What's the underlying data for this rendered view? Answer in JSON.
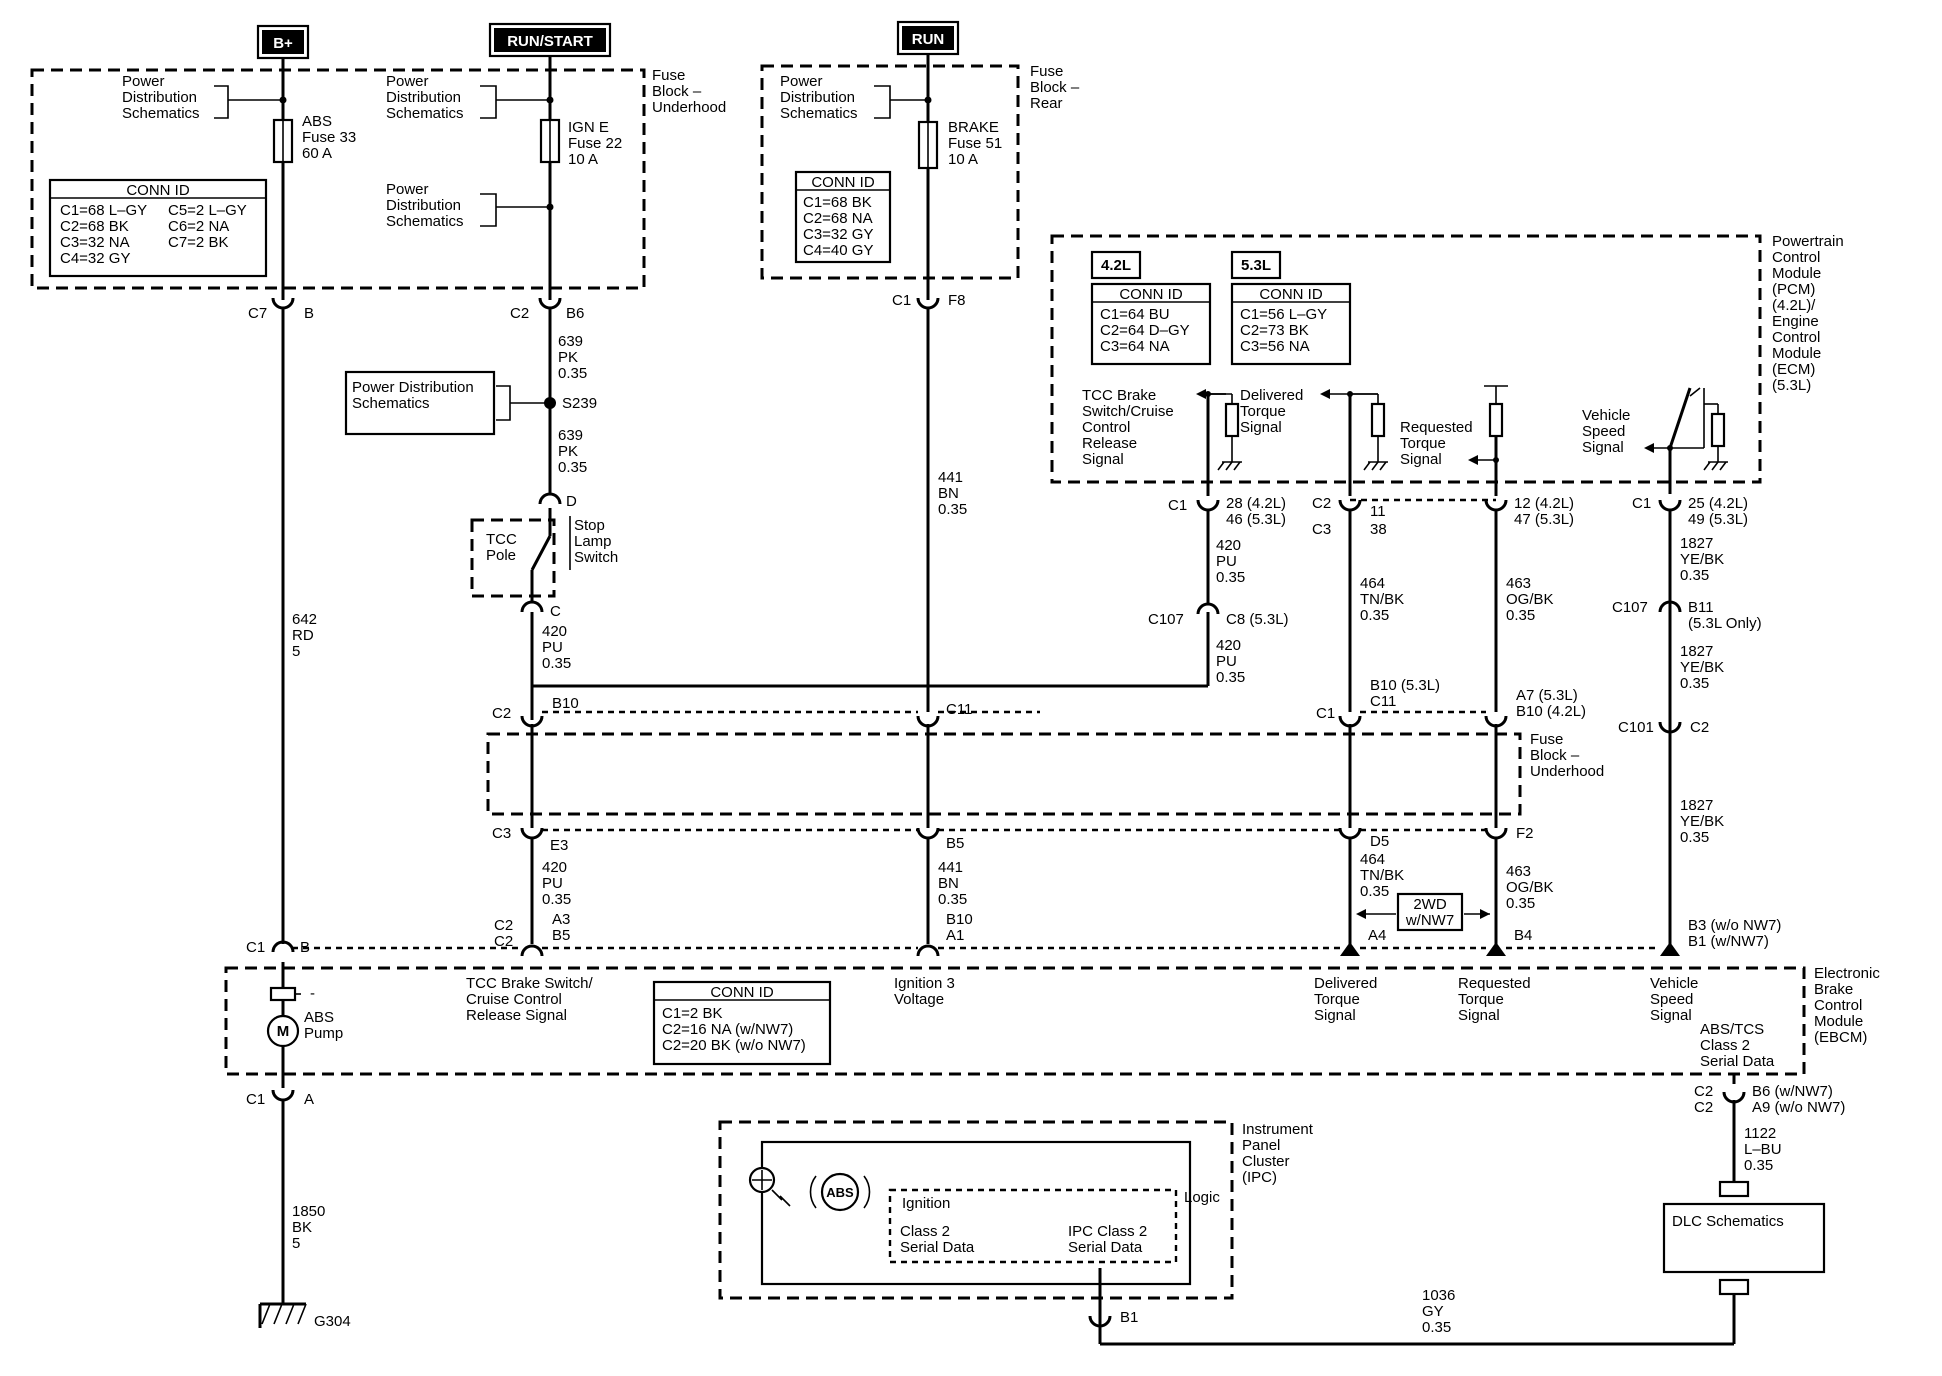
{
  "power_labels": {
    "bplus": "B+",
    "runstart": "RUN/START",
    "run": "RUN"
  },
  "fuse_block_underhood_top": [
    "Fuse",
    "Block –",
    "Underhood"
  ],
  "fuse_block_rear": [
    "Fuse",
    "Block –",
    "Rear"
  ],
  "fuse_block_underhood_mid": [
    "Fuse",
    "Block –",
    "Underhood"
  ],
  "pds_refs": {
    "a": [
      "Power",
      "Distribution",
      "Schematics"
    ],
    "b": [
      "Power",
      "Distribution",
      "Schematics"
    ],
    "c": [
      "Power",
      "Distribution",
      "Schematics"
    ],
    "d": [
      "Power",
      "Distribution",
      "Schematics"
    ],
    "e": [
      "Power Distribution",
      "Schematics"
    ]
  },
  "fuses": {
    "abs": [
      "ABS",
      "Fuse 33",
      "60 A"
    ],
    "igne": [
      "IGN E",
      "Fuse 22",
      "10 A"
    ],
    "brake": [
      "BRAKE",
      "Fuse 51",
      "10 A"
    ]
  },
  "conn_tables": {
    "underhood": {
      "title": "CONN ID",
      "rows": [
        "C1=68 L–GY",
        "C2=68 BK",
        "C3=32 NA",
        "C4=32 GY"
      ],
      "rows2": [
        "C5=2 L–GY",
        "C6=2 NA",
        "C7=2 BK"
      ]
    },
    "rear": {
      "title": "CONN ID",
      "rows": [
        "C1=68 BK",
        "C2=68 NA",
        "C3=32 GY",
        "C4=40 GY"
      ]
    },
    "pcm42": {
      "tag": "4.2L",
      "title": "CONN ID",
      "rows": [
        "C1=64 BU",
        "C2=64 D–GY",
        "C3=64 NA"
      ]
    },
    "ecm53": {
      "tag": "5.3L",
      "title": "CONN ID",
      "rows": [
        "C1=56 L–GY",
        "C2=73 BK",
        "C3=56 NA"
      ]
    },
    "ebcm": {
      "title": "CONN ID",
      "rows": [
        "C1=2 BK",
        "C2=16 NA (w/NW7)",
        "C2=20 BK (w/o NW7)"
      ]
    }
  },
  "pcm_title": [
    "Powertrain",
    "Control",
    "Module",
    "(PCM)",
    "(4.2L)/",
    "Engine",
    "Control",
    "Module",
    "(ECM)",
    "(5.3L)"
  ],
  "pcm_signals": {
    "tcc": [
      "TCC Brake",
      "Switch/Cruise",
      "Control",
      "Release",
      "Signal"
    ],
    "delivered": [
      "Delivered",
      "Torque",
      "Signal"
    ],
    "requested": [
      "Requested",
      "Torque",
      "Signal"
    ],
    "vss": [
      "Vehicle",
      "Speed",
      "Signal"
    ]
  },
  "pcm_pins": {
    "tcc": [
      "C1",
      "28 (4.2L)",
      "46 (5.3L)"
    ],
    "delivered": [
      "C2",
      "C3",
      "11",
      "38"
    ],
    "requested": [
      "12 (4.2L)",
      "47 (5.3L)"
    ],
    "vss": [
      "C1",
      "25 (4.2L)",
      "49 (5.3L)"
    ]
  },
  "wires": {
    "w642": [
      "642",
      "RD",
      "5"
    ],
    "w639a": [
      "639",
      "PK",
      "0.35"
    ],
    "w639b": [
      "639",
      "PK",
      "0.35"
    ],
    "w420a": [
      "420",
      "PU",
      "0.35"
    ],
    "w420b": [
      "420",
      "PU",
      "0.35"
    ],
    "w420c": [
      "420",
      "PU",
      "0.35"
    ],
    "w420d": [
      "420",
      "PU",
      "0.35"
    ],
    "w441a": [
      "441",
      "BN",
      "0.35"
    ],
    "w441b": [
      "441",
      "BN",
      "0.35"
    ],
    "w464a": [
      "464",
      "TN/BK",
      "0.35"
    ],
    "w464b": [
      "464",
      "TN/BK",
      "0.35"
    ],
    "w463a": [
      "463",
      "OG/BK",
      "0.35"
    ],
    "w463b": [
      "463",
      "OG/BK",
      "0.35"
    ],
    "w1827a": [
      "1827",
      "YE/BK",
      "0.35"
    ],
    "w1827b": [
      "1827",
      "YE/BK",
      "0.35"
    ],
    "w1827c": [
      "1827",
      "YE/BK",
      "0.35"
    ],
    "w1850": [
      "1850",
      "BK",
      "5"
    ],
    "w1122": [
      "1122",
      "L–BU",
      "0.35"
    ],
    "w1036": [
      "1036",
      "GY",
      "0.35"
    ]
  },
  "connectors": {
    "c7b": [
      "C7",
      "B"
    ],
    "c2b6": [
      "C2",
      "B6"
    ],
    "c1f8": [
      "C1",
      "F8"
    ],
    "s239": "S239",
    "d": "D",
    "c": "C",
    "c107c8": [
      "C107",
      "C8 (5.3L)"
    ],
    "c2b10": [
      "C2",
      "B10"
    ],
    "c11": "C11",
    "c1b10c11": [
      "C1",
      "B10 (5.3L)",
      "C11"
    ],
    "a7b10": [
      "A7 (5.3L)",
      "B10 (4.2L)"
    ],
    "c107b11": [
      "C107",
      "B11",
      "(5.3L Only)"
    ],
    "c101c2": [
      "C101",
      "C2"
    ],
    "c3e3": [
      "C3",
      "E3"
    ],
    "b5": "B5",
    "d5": "D5",
    "f2": "F2",
    "c1b": [
      "C1",
      "B"
    ],
    "c2c2a3b5": [
      "C2",
      "C2",
      "A3",
      "B5"
    ],
    "b10a1": [
      "B10",
      "A1"
    ],
    "a4": "A4",
    "b4": "B4",
    "b3b1": [
      "B3 (w/o NW7)",
      "B1 (w/NW7)"
    ],
    "c1a": [
      "C1",
      "A"
    ],
    "c2c2b6a9": [
      "C2",
      "C2",
      "B6 (w/NW7)",
      "A9 (w/o NW7)"
    ],
    "b1": "B1",
    "g304": "G304"
  },
  "stop_lamp": {
    "pole": [
      "TCC",
      "Pole"
    ],
    "switch": [
      "Stop",
      "Lamp",
      "Switch"
    ]
  },
  "option_2wd": [
    "2WD",
    "w/NW7"
  ],
  "ebcm": {
    "title": [
      "Electronic",
      "Brake",
      "Control",
      "Module",
      "(EBCM)"
    ],
    "tcc": [
      "TCC Brake Switch/",
      "Cruise Control",
      "Release Signal"
    ],
    "ign3": [
      "Ignition 3",
      "Voltage"
    ],
    "delivered": [
      "Delivered",
      "Torque",
      "Signal"
    ],
    "requested": [
      "Requested",
      "Torque",
      "Signal"
    ],
    "vss": [
      "Vehicle",
      "Speed",
      "Signal"
    ],
    "serial": [
      "ABS/TCS",
      "Class 2",
      "Serial Data"
    ],
    "pump": [
      "ABS",
      "Pump"
    ],
    "motor": "M",
    "minus": "-"
  },
  "ipc": {
    "title": [
      "Instrument",
      "Panel",
      "Cluster",
      "(IPC)"
    ],
    "abs_icon": "ABS",
    "ignition": "Ignition",
    "class2": [
      "Class 2",
      "Serial Data"
    ],
    "ipc_class2": [
      "IPC Class 2",
      "Serial Data"
    ],
    "logic": "Logic"
  },
  "dlc": "DLC Schematics"
}
